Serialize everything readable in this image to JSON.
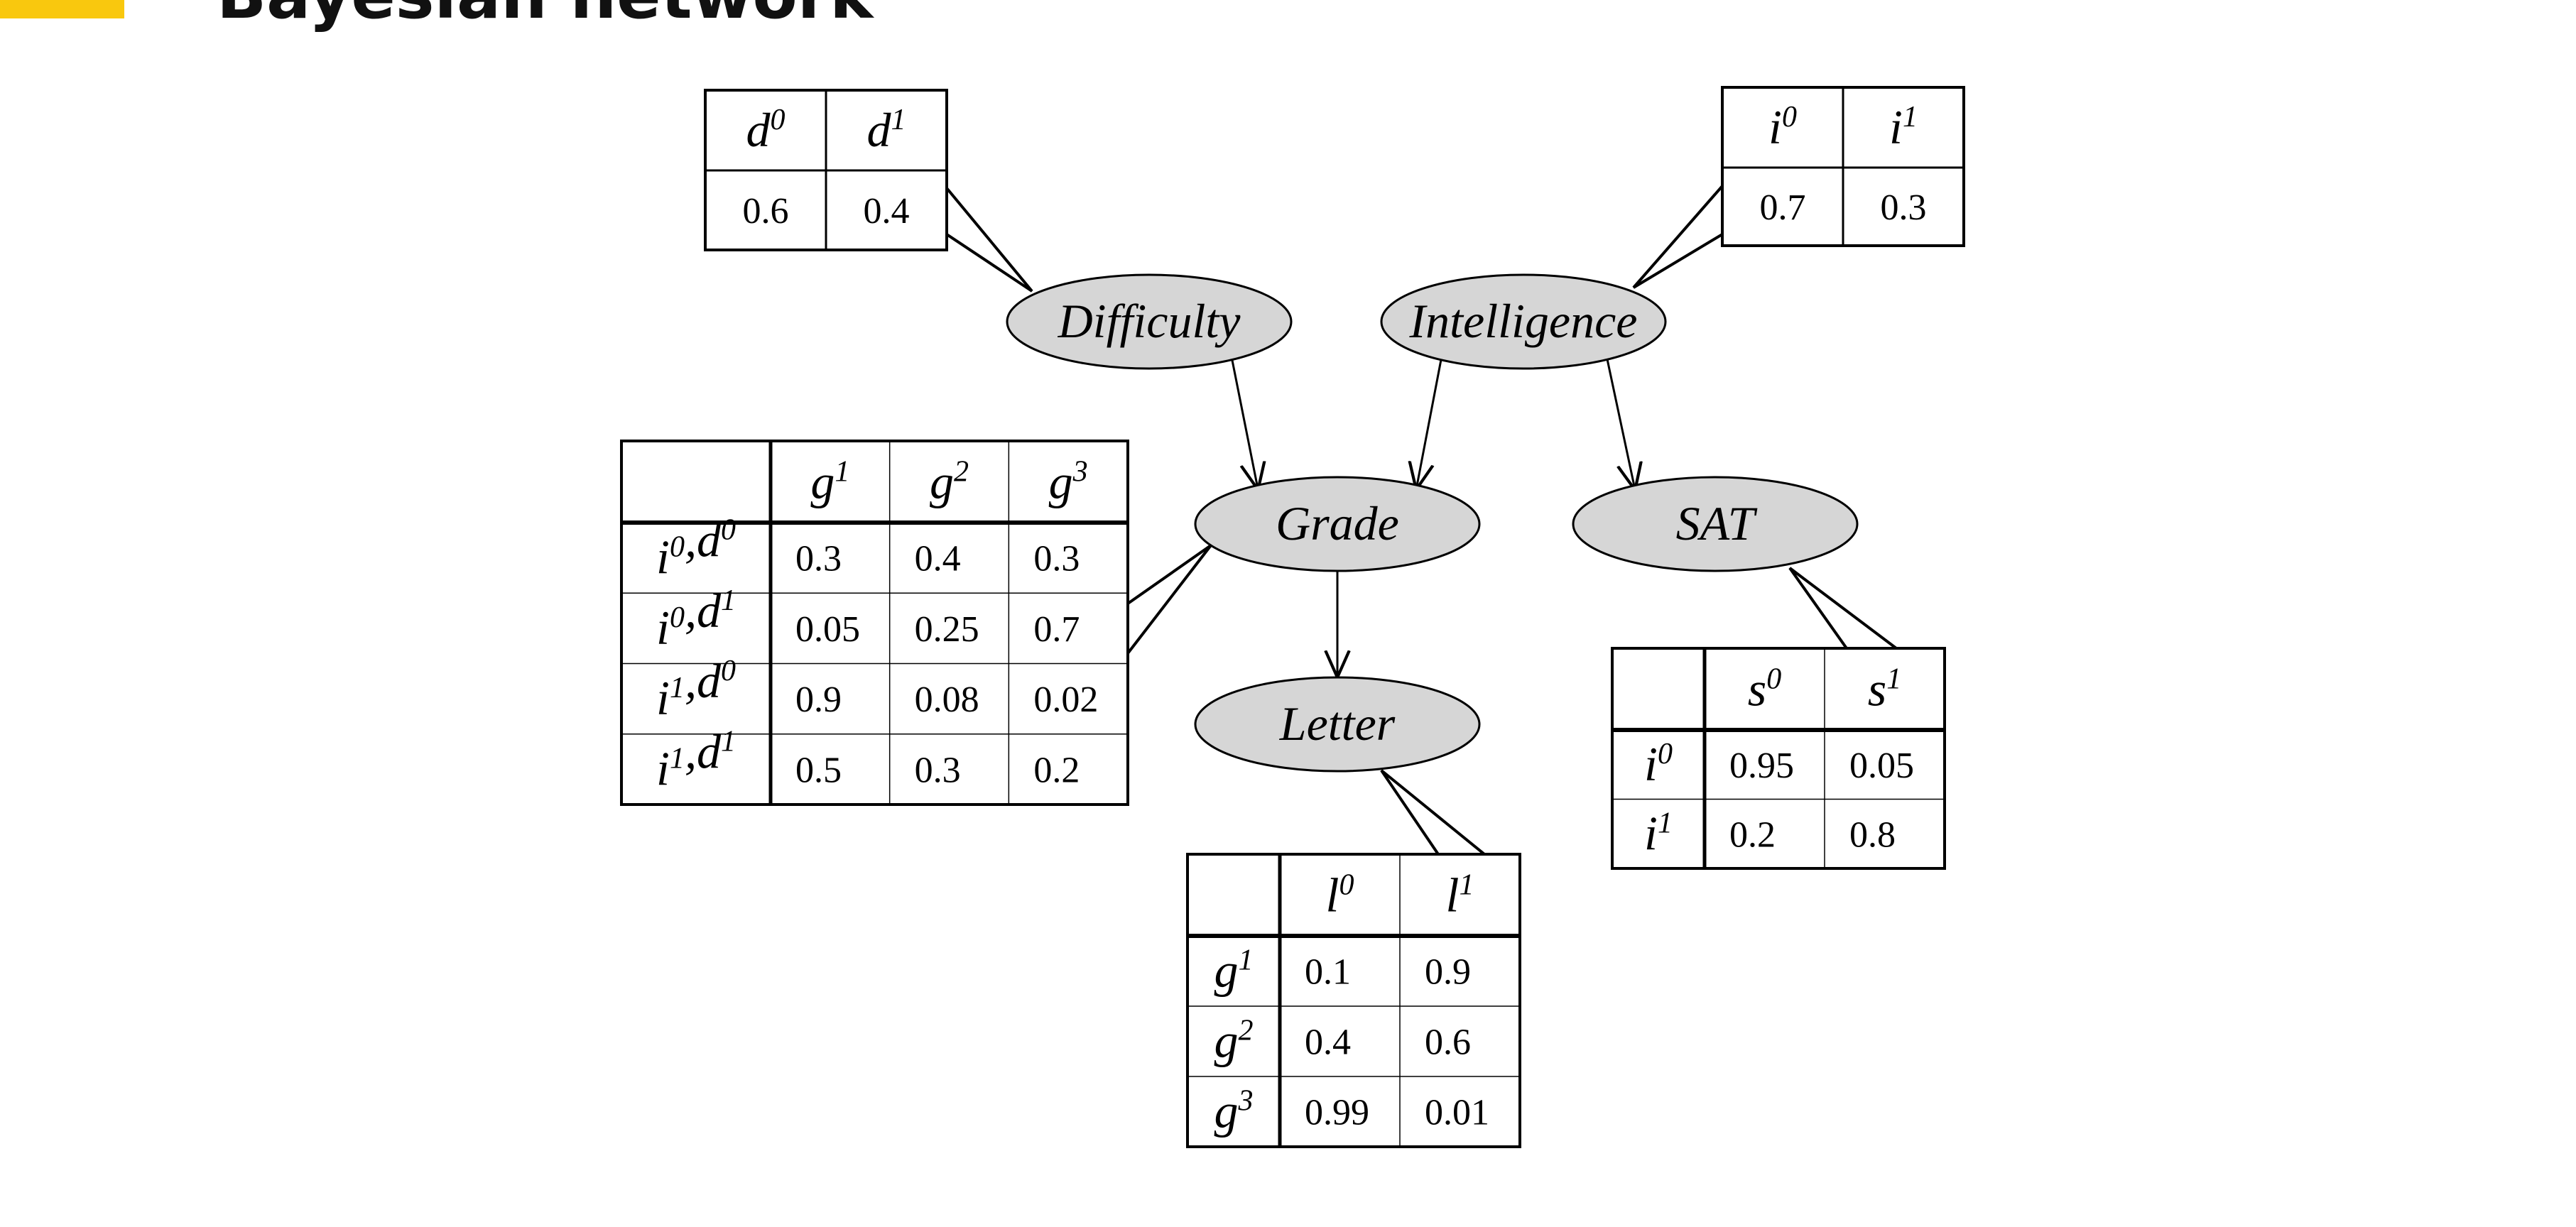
{
  "header": {
    "title": "Bayesian network",
    "accent_color": "#F9C80E"
  },
  "nodes": [
    {
      "id": "difficulty",
      "label": "Difficulty"
    },
    {
      "id": "intelligence",
      "label": "Intelligence"
    },
    {
      "id": "grade",
      "label": "Grade"
    },
    {
      "id": "sat",
      "label": "SAT"
    },
    {
      "id": "letter",
      "label": "Letter"
    }
  ],
  "edges": [
    [
      "difficulty",
      "grade"
    ],
    [
      "intelligence",
      "grade"
    ],
    [
      "intelligence",
      "sat"
    ],
    [
      "grade",
      "letter"
    ]
  ],
  "cpts": [
    {
      "id": "difficulty",
      "node": "difficulty",
      "header": [
        "",
        ""
      ],
      "columns": [
        [
          "d",
          "0"
        ],
        [
          "d",
          "1"
        ]
      ],
      "rows": [
        {
          "label": null,
          "values": [
            "0.6",
            "0.4"
          ]
        }
      ]
    },
    {
      "id": "intelligence",
      "node": "intelligence",
      "columns": [
        [
          "i",
          "0"
        ],
        [
          "i",
          "1"
        ]
      ],
      "rows": [
        {
          "label": null,
          "values": [
            "0.7",
            "0.3"
          ]
        }
      ]
    },
    {
      "id": "grade",
      "node": "grade",
      "columns": [
        [
          "g",
          "1"
        ],
        [
          "g",
          "2"
        ],
        [
          "g",
          "3"
        ]
      ],
      "rows": [
        {
          "label": [
            [
              "i",
              "0"
            ],
            [
              "d",
              "0"
            ]
          ],
          "values": [
            "0.3",
            "0.4",
            "0.3"
          ]
        },
        {
          "label": [
            [
              "i",
              "0"
            ],
            [
              "d",
              "1"
            ]
          ],
          "values": [
            "0.05",
            "0.25",
            "0.7"
          ]
        },
        {
          "label": [
            [
              "i",
              "1"
            ],
            [
              "d",
              "0"
            ]
          ],
          "values": [
            "0.9",
            "0.08",
            "0.02"
          ]
        },
        {
          "label": [
            [
              "i",
              "1"
            ],
            [
              "d",
              "1"
            ]
          ],
          "values": [
            "0.5",
            "0.3",
            "0.2"
          ]
        }
      ]
    },
    {
      "id": "sat",
      "node": "sat",
      "columns": [
        [
          "s",
          "0"
        ],
        [
          "s",
          "1"
        ]
      ],
      "rows": [
        {
          "label": [
            [
              "i",
              "0"
            ]
          ],
          "values": [
            "0.95",
            "0.05"
          ]
        },
        {
          "label": [
            [
              "i",
              "1"
            ]
          ],
          "values": [
            "0.2",
            "0.8"
          ]
        }
      ]
    },
    {
      "id": "letter",
      "node": "letter",
      "columns": [
        [
          "l",
          "0"
        ],
        [
          "l",
          "1"
        ]
      ],
      "rows": [
        {
          "label": [
            [
              "g",
              "1"
            ]
          ],
          "values": [
            "0.1",
            "0.9"
          ]
        },
        {
          "label": [
            [
              "g",
              "2"
            ]
          ],
          "values": [
            "0.4",
            "0.6"
          ]
        },
        {
          "label": [
            [
              "g",
              "3"
            ]
          ],
          "values": [
            "0.99",
            "0.01"
          ]
        }
      ]
    }
  ]
}
